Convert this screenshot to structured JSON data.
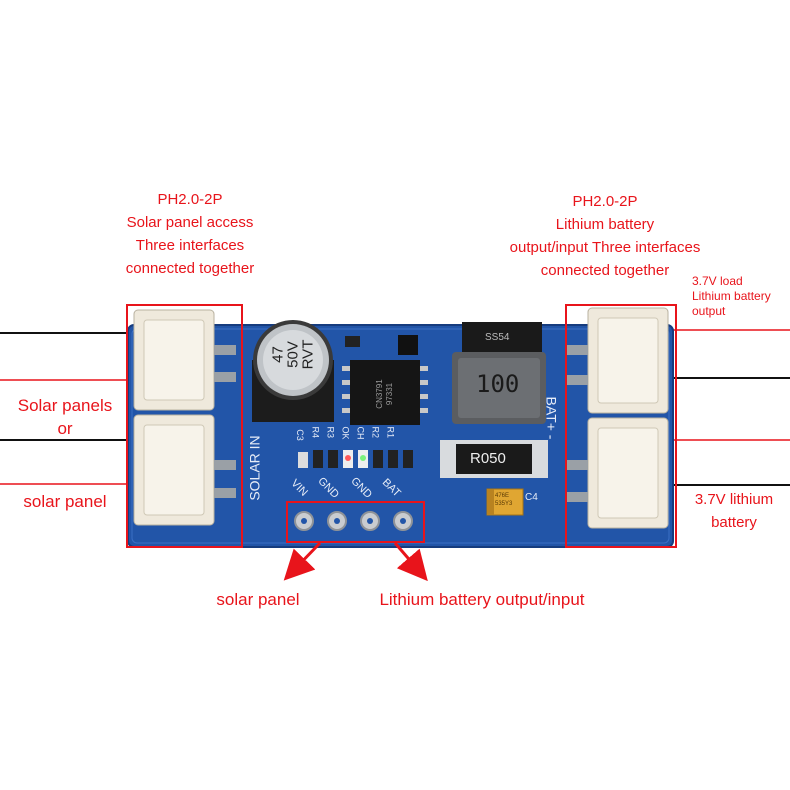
{
  "left_header": {
    "lines": [
      "PH2.0-2P",
      "Solar panel access",
      "Three interfaces",
      "connected together"
    ]
  },
  "right_header": {
    "lines": [
      "PH2.0-2P",
      "Lithium battery",
      "output/input Three interfaces",
      "connected together"
    ]
  },
  "left_side": {
    "label_top_lines": [
      "Solar panels",
      "or"
    ],
    "label_bottom": "solar panel"
  },
  "right_side": {
    "load_lines": [
      "3.7V load",
      "Lithium battery",
      "output"
    ],
    "battery_lines": [
      "3.7V lithium",
      "battery"
    ]
  },
  "bottom": {
    "left_label": "solar panel",
    "right_label": "Lithium battery output/input"
  },
  "board": {
    "capacitor_lines": [
      "47",
      "50V",
      "RVT"
    ],
    "chip_lines": [
      "CN3791",
      "97331"
    ],
    "inductor_label": "100",
    "mosfet_label": "SS54",
    "resistor_label": "R050",
    "solar_in": "SOLAR IN",
    "bat_label": "BAT+ -",
    "c3": "C3",
    "c4": "C4",
    "component_labels": [
      "R4",
      "R3",
      "OK",
      "CH",
      "R2",
      "R1"
    ],
    "pin_labels": [
      "VIN",
      "GND",
      "GND",
      "BAT"
    ],
    "tantalum_lines": [
      "476E",
      "535Y3"
    ]
  },
  "colors": {
    "annotation": "#e8141b",
    "pcb": "#2255a8",
    "connector": "#efe9dc"
  }
}
